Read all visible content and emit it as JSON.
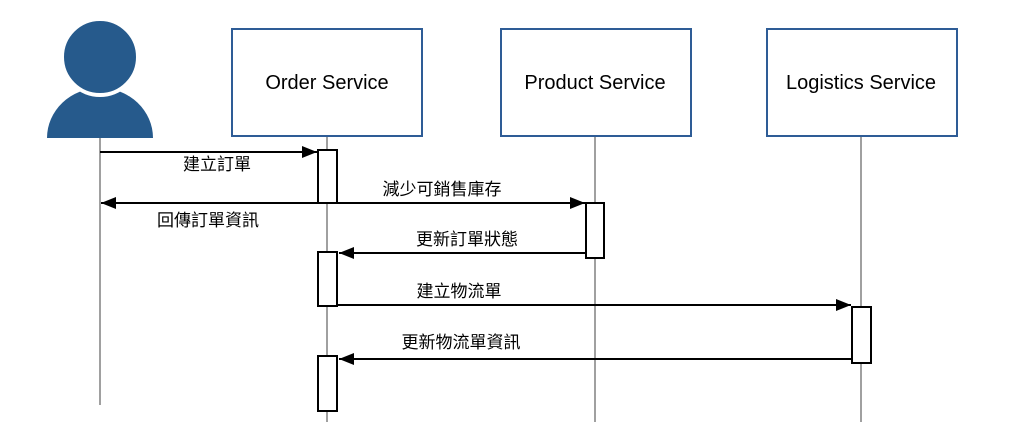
{
  "diagram": {
    "kind": "uml-sequence-diagram",
    "actor": {
      "icon": "person-icon"
    },
    "participants": [
      {
        "id": "order-service",
        "label": "Order Service"
      },
      {
        "id": "product-service",
        "label": "Product Service"
      },
      {
        "id": "logistics-service",
        "label": "Logistics Service"
      }
    ],
    "messages": [
      {
        "label": "建立訂單",
        "from": "actor",
        "to": "order-service",
        "direction": "right"
      },
      {
        "label": "減少可銷售庫存",
        "from": "order-service",
        "to": "product-service",
        "direction": "right"
      },
      {
        "label": "回傳訂單資訊",
        "from": "order-service",
        "to": "actor",
        "direction": "left"
      },
      {
        "label": "更新訂單狀態",
        "from": "product-service",
        "to": "order-service",
        "direction": "left"
      },
      {
        "label": "建立物流單",
        "from": "order-service",
        "to": "logistics-service",
        "direction": "right"
      },
      {
        "label": "更新物流單資訊",
        "from": "logistics-service",
        "to": "order-service",
        "direction": "left"
      }
    ],
    "colors": {
      "actor_fill": "#265A8C",
      "participant_border": "#2E5C96",
      "lifeline": "#A0A0A0",
      "message_line": "#000000",
      "background": "#FFFFFF"
    }
  }
}
